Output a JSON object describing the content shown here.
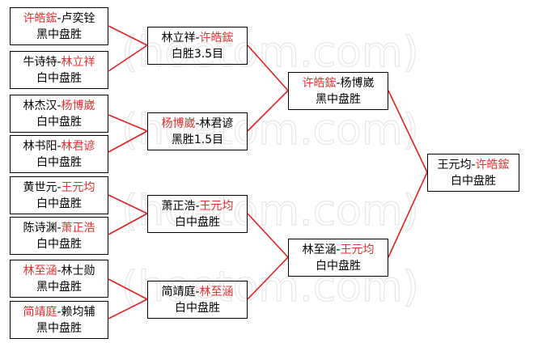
{
  "watermark": "(hoetom.com)",
  "matches": [
    {
      "id": "r1m1",
      "left": "许皓鋐",
      "right": "卢奕铨",
      "winner_side": "left",
      "result": "黑中盘胜"
    },
    {
      "id": "r1m2",
      "left": "牛诗特",
      "right": "林立祥",
      "winner_side": "right",
      "result": "白中盘胜"
    },
    {
      "id": "r1m3",
      "left": "林杰汉",
      "right": "杨博崴",
      "winner_side": "right",
      "result": "白中盘胜"
    },
    {
      "id": "r1m4",
      "left": "林书阳",
      "right": "林君谚",
      "winner_side": "right",
      "result": "白中盘胜"
    },
    {
      "id": "r1m5",
      "left": "黄世元",
      "right": "王元均",
      "winner_side": "right",
      "result": "白中盘胜"
    },
    {
      "id": "r1m6",
      "left": "陈诗渊",
      "right": "萧正浩",
      "winner_side": "right",
      "result": "白中盘胜"
    },
    {
      "id": "r1m7",
      "left": "林至涵",
      "right": "林士勋",
      "winner_side": "left",
      "result": "黑中盘胜"
    },
    {
      "id": "r1m8",
      "left": "简靖庭",
      "right": "赖均辅",
      "winner_side": "left",
      "result": "黑中盘胜"
    },
    {
      "id": "r2m1",
      "left": "林立祥",
      "right": "许皓鋐",
      "winner_side": "right",
      "result": "白胜3.5目"
    },
    {
      "id": "r2m2",
      "left": "杨博崴",
      "right": "林君谚",
      "winner_side": "left",
      "result": "黑胜1.5目"
    },
    {
      "id": "r2m3",
      "left": "萧正浩",
      "right": "王元均",
      "winner_side": "right",
      "result": "白中盘胜"
    },
    {
      "id": "r2m4",
      "left": "简靖庭",
      "right": "林至涵",
      "winner_side": "right",
      "result": "白中盘胜"
    },
    {
      "id": "r3m1",
      "left": "许皓鋐",
      "right": "杨博崴",
      "winner_side": "left",
      "result": "黑中盘胜"
    },
    {
      "id": "r3m2",
      "left": "林至涵",
      "right": "王元均",
      "winner_side": "right",
      "result": "白中盘胜"
    },
    {
      "id": "final",
      "left": "王元均",
      "right": "许皓鋐",
      "winner_side": "right",
      "result": "白中盘胜"
    }
  ]
}
